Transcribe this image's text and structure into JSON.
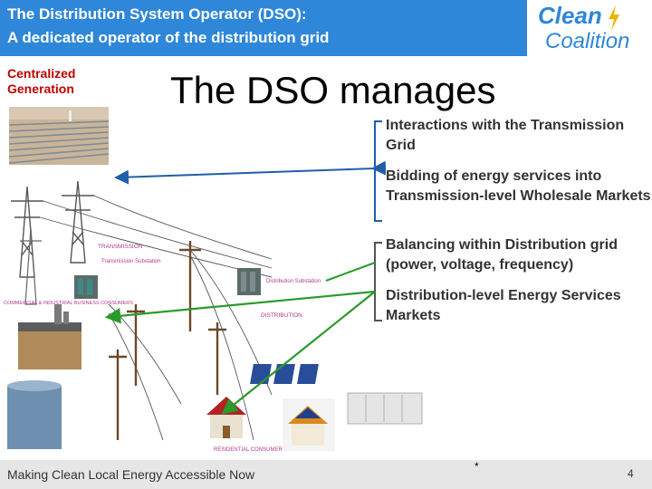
{
  "header": {
    "title_line1": "The Distribution System Operator (DSO):",
    "title_line2": "A dedicated operator of the distribution grid"
  },
  "logo": {
    "word1": "Clean",
    "word2": "Coalition"
  },
  "centralized_generation_label": "Centralized Generation",
  "main_title": "The DSO manages",
  "items": [
    "Interactions with the Transmission Grid",
    "Bidding of energy services into Transmission-level Wholesale Markets",
    "Balancing within Distribution grid (power, voltage, frequency)",
    "Distribution-level Energy Services Markets"
  ],
  "illustration_labels": {
    "transmission": "TRANSMISSION",
    "transmission_substation": "Transmission Substation",
    "distribution_substation": "Distribution Substation",
    "distribution": "DISTRIBUTION",
    "commercial": "COMMERCIAL & INDUSTRIAL BUSINESS CONSUMERS",
    "residential": "RESIDENTIAL CONSUMERS"
  },
  "footer": {
    "text": "Making Clean Local Energy Accessible Now",
    "mark": "*",
    "page_number": "4"
  },
  "colors": {
    "header_bg": "#2e87d8",
    "brace_blue": "#1f5fa8",
    "arrow_green": "#2a9a2a",
    "label_red": "#c00000"
  }
}
